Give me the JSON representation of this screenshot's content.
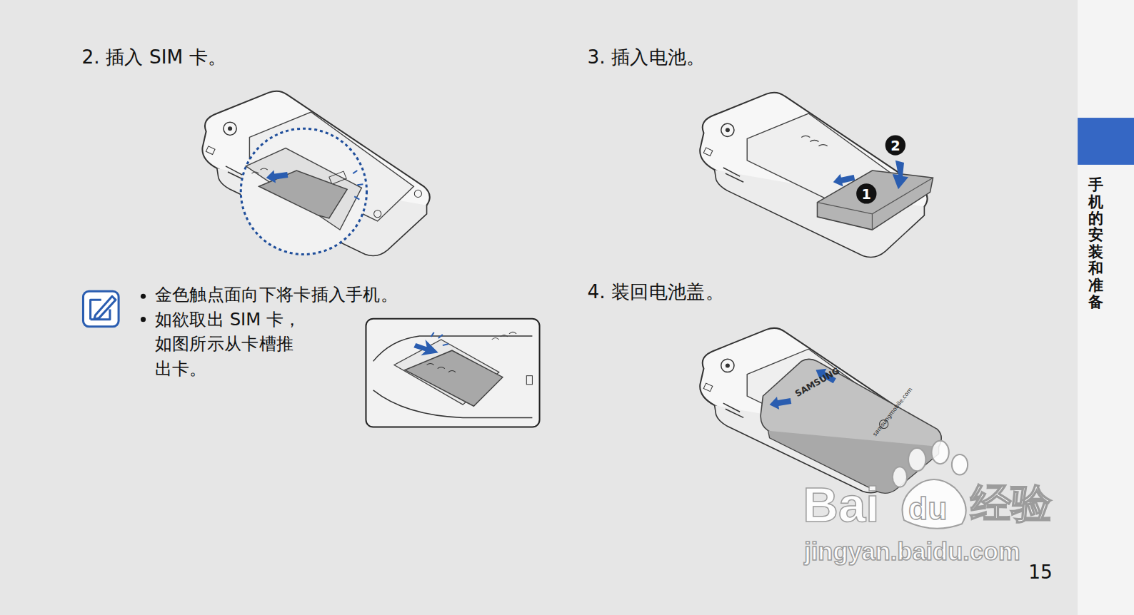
{
  "diagram": {
    "nodes": [
      {
        "text": [
          "1"
        ]
      },
      {
        "text": [
          "2"
        ]
      }
    ],
    "labels": [
      "2. 插入 SIM 卡。",
      "3. 插入电池。",
      "金色触点面向下将卡插入手机。",
      "如欲取出 SIM 卡，如图所示从卡槽推出卡。",
      "4. 装回电池盖。",
      "SAMSUNG",
      "samsungmobile.com",
      "手机的安装和准备",
      "Bai",
      "du",
      "经验",
      "jingyan.baidu.com",
      "15"
    ]
  }
}
